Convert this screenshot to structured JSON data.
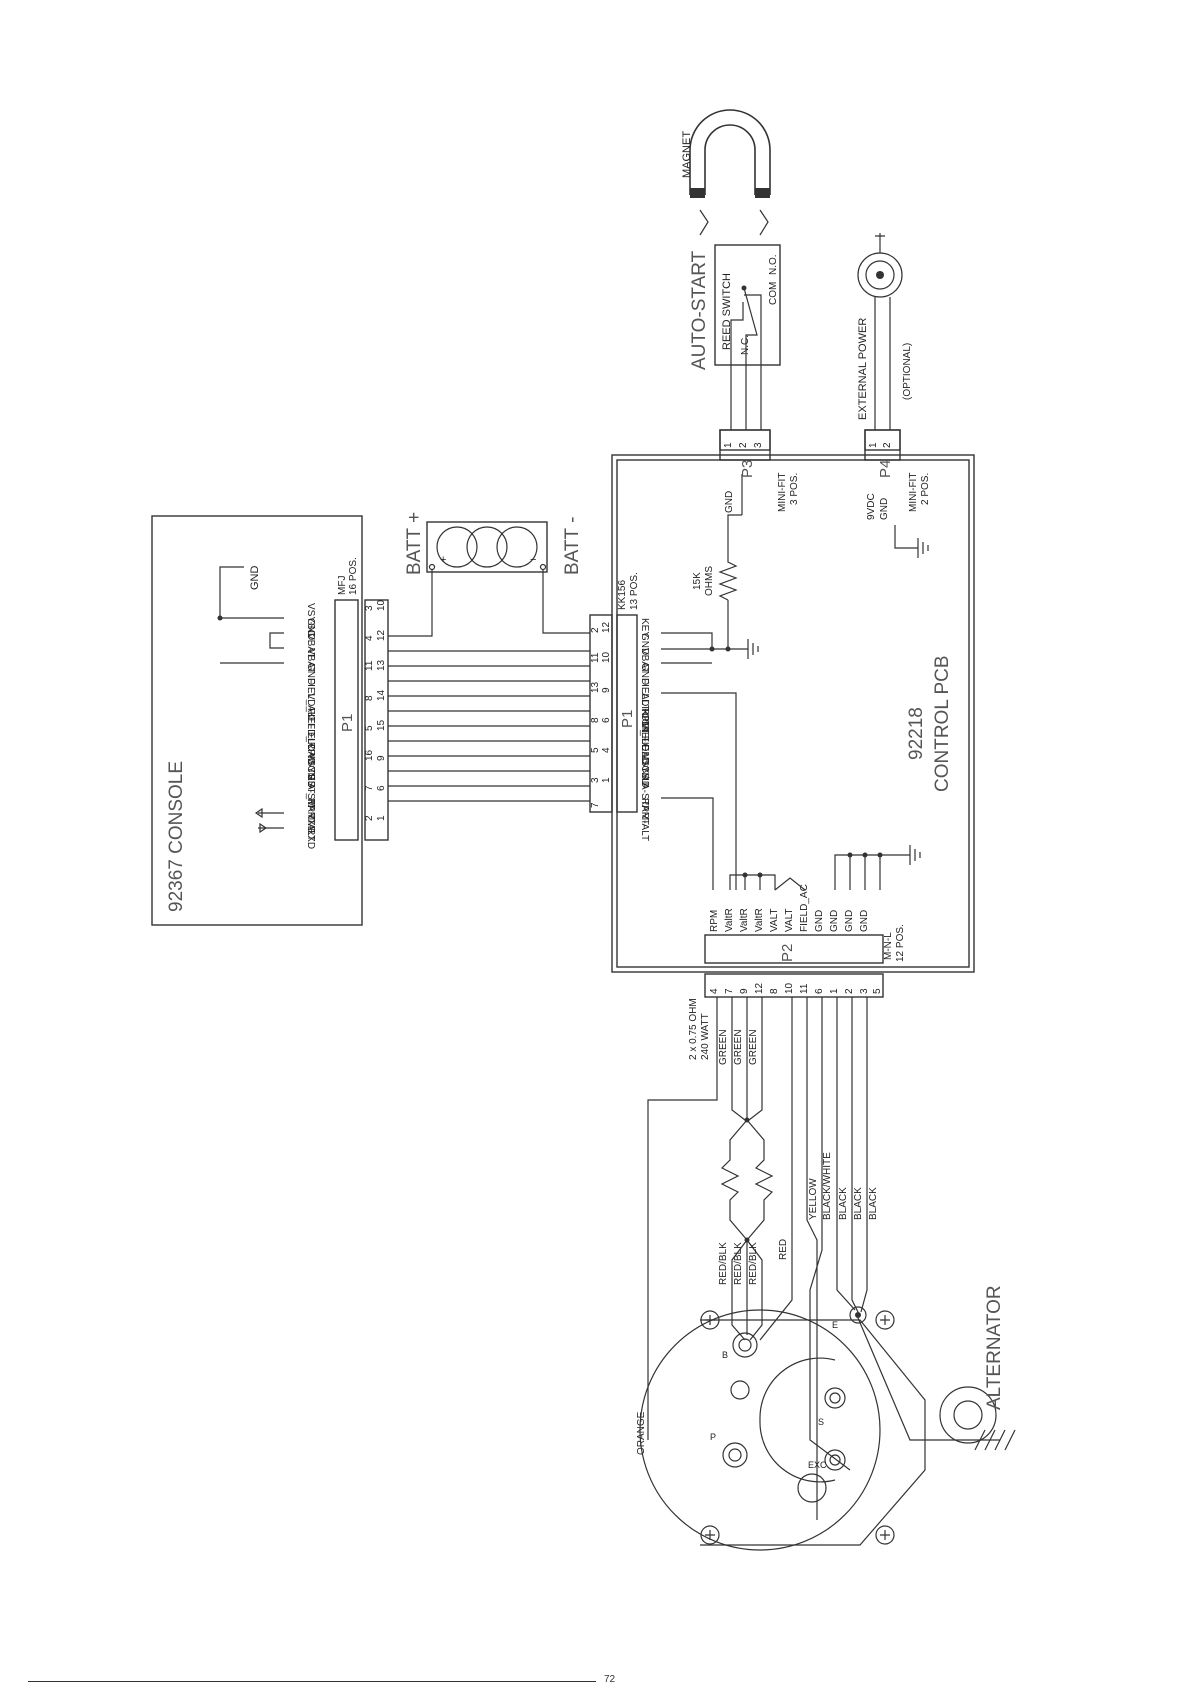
{
  "console": {
    "title": "92367 CONSOLE",
    "connector": "P1",
    "connector_type": "MFJ",
    "connector_pos": "16 POS.",
    "gnd_label": "GND",
    "signals": [
      "VSYSC",
      "GND",
      "VBAT",
      "VBAT",
      "GND",
      "FIELD_K",
      "V_ALT",
      "FIELD_RPM",
      "FIELD",
      "LOADCMD",
      "VSYS",
      "TEST_M",
      "A-START",
      "RPM-ALT",
      "TXD",
      "RXD"
    ],
    "pins": [
      "3",
      "10",
      "4",
      "12",
      "11",
      "13",
      "8",
      "14",
      "5",
      "15",
      "16",
      "9",
      "7",
      "6",
      "2",
      "1"
    ]
  },
  "battery": {
    "pos_label": "BATT +",
    "neg_label": "BATT -",
    "plus": "+",
    "minus": "−"
  },
  "pcb": {
    "title_num": "92218",
    "title": "CONTROL PCB",
    "p1": {
      "name": "P1",
      "type": "KK156",
      "pos": "13 POS.",
      "signals": [
        "KEY",
        "GND",
        "VBAT",
        "GND",
        "FIELD KICK",
        "ALT-OUT",
        "RPM_FIELD",
        "FIELD",
        "LOADCMD",
        "VSYS",
        "N/U",
        "A-START",
        "RPM-ALT"
      ],
      "pins": [
        "2",
        "12",
        "11",
        "10",
        "13",
        "9",
        "8",
        "6",
        "5",
        "4",
        "3",
        "1",
        "7"
      ]
    },
    "resistor": {
      "value": "15K",
      "unit": "OHMS",
      "gnd": "GND"
    },
    "p2": {
      "name": "P2",
      "type": "M-N-L",
      "pos": "12 POS.",
      "signals": [
        "RPM",
        "ValtR",
        "ValtR",
        "ValtR",
        "VALT",
        "VALT",
        "FIELD_AC",
        "GND",
        "GND",
        "GND",
        "GND"
      ],
      "pins": [
        "4",
        "7",
        "9",
        "12",
        "8",
        "10",
        "11",
        "6",
        "1",
        "2",
        "3",
        "5"
      ]
    },
    "p3": {
      "name": "P3",
      "type": "MINI-FIT",
      "pos": "3 POS.",
      "pins": [
        "1",
        "2",
        "3"
      ]
    },
    "p4": {
      "name": "P4",
      "type": "MINI-FIT",
      "pos": "2 POS.",
      "signals": [
        "9VDC",
        "GND"
      ],
      "pins": [
        "1",
        "2"
      ]
    }
  },
  "autostart": {
    "title": "AUTO-START",
    "switch": "REED SWITCH",
    "nc": "N.C.",
    "com": "COM",
    "no": "N.O.",
    "magnet": "MAGNET"
  },
  "ext_power": {
    "label": "EXTERNAL POWER",
    "note": "(OPTIONAL)"
  },
  "harness": {
    "resistor_label": "2 x 0.75 OHM",
    "resistor_watt": "240 WATT",
    "wires": [
      "GREEN",
      "GREEN",
      "GREEN",
      "RED/BLK",
      "RED/BLK",
      "RED/BLK",
      "RED",
      "YELLOW",
      "BLACK/WHITE",
      "BLACK",
      "BLACK",
      "BLACK",
      "ORANGE"
    ]
  },
  "alternator": {
    "title": "ALTERNATOR",
    "terminals": [
      "B",
      "E",
      "S",
      "EXC",
      "P"
    ]
  },
  "footer": {
    "page": "72"
  }
}
